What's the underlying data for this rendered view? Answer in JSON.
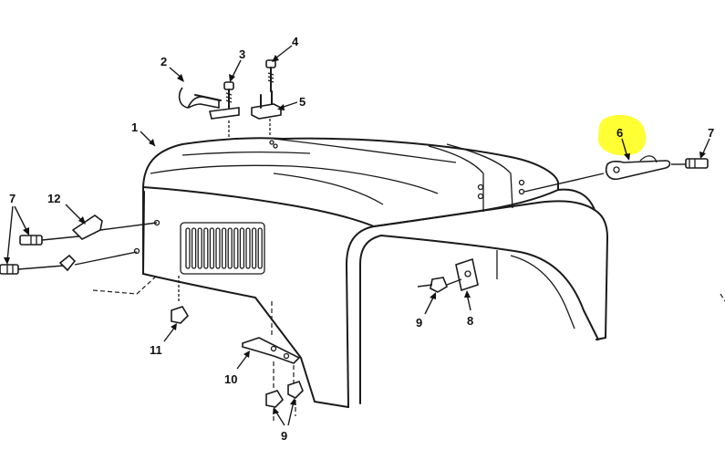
{
  "callouts": {
    "c1": "1",
    "c2": "2",
    "c3": "3",
    "c4": "4",
    "c5": "5",
    "c6": "6",
    "c7a": "7",
    "c7b": "7",
    "c8": "8",
    "c9a": "9",
    "c9b": "9",
    "c10": "10",
    "c11": "11",
    "c12": "12"
  },
  "highlight": {
    "color": "#ffff33",
    "target": "6"
  }
}
